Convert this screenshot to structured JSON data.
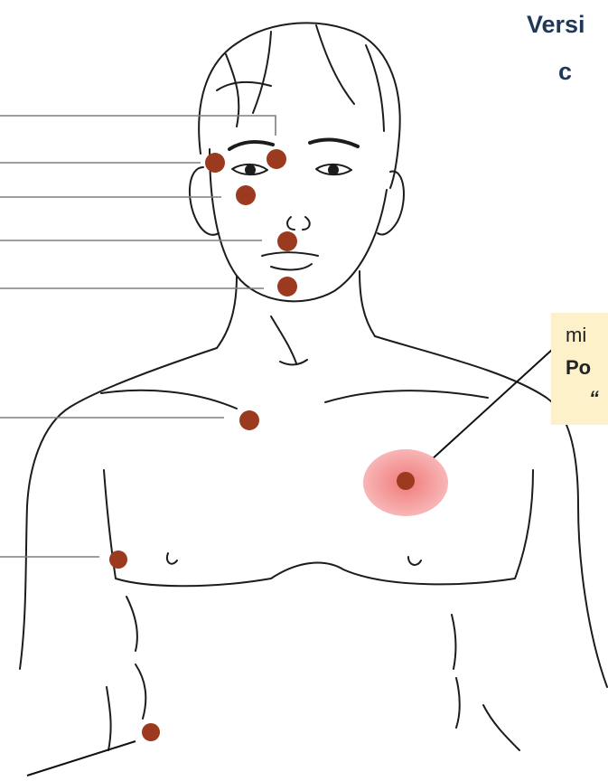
{
  "heading": {
    "line1": "Versi",
    "line2": "c"
  },
  "callout": {
    "line1": "mi",
    "line2": "Po",
    "line3": "“"
  },
  "colors": {
    "point": "#9b3a1e",
    "highlight": "#f4a3a3",
    "heading": "#1f3858",
    "callout_bg": "#fdf1c9",
    "ink": "#222222"
  }
}
